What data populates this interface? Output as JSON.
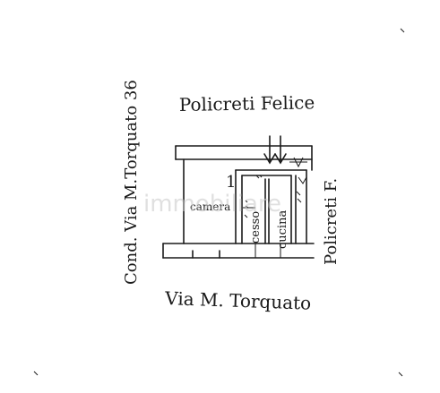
{
  "labels": {
    "north_owner": "Policreti Felice",
    "west_neighbor": "Cond. Via M.Torquato 36",
    "east_owner": "Policreti F.",
    "street": "Via M. Torquato",
    "floor_number": "1"
  },
  "rooms": {
    "camera": "camera",
    "cesso": "cesso",
    "cucina": "cucina"
  },
  "watermark": {
    "text": "immobiliare",
    "color": "#c8c8c8"
  },
  "colors": {
    "ink": "#1a1a1a",
    "paper": "#ffffff"
  }
}
